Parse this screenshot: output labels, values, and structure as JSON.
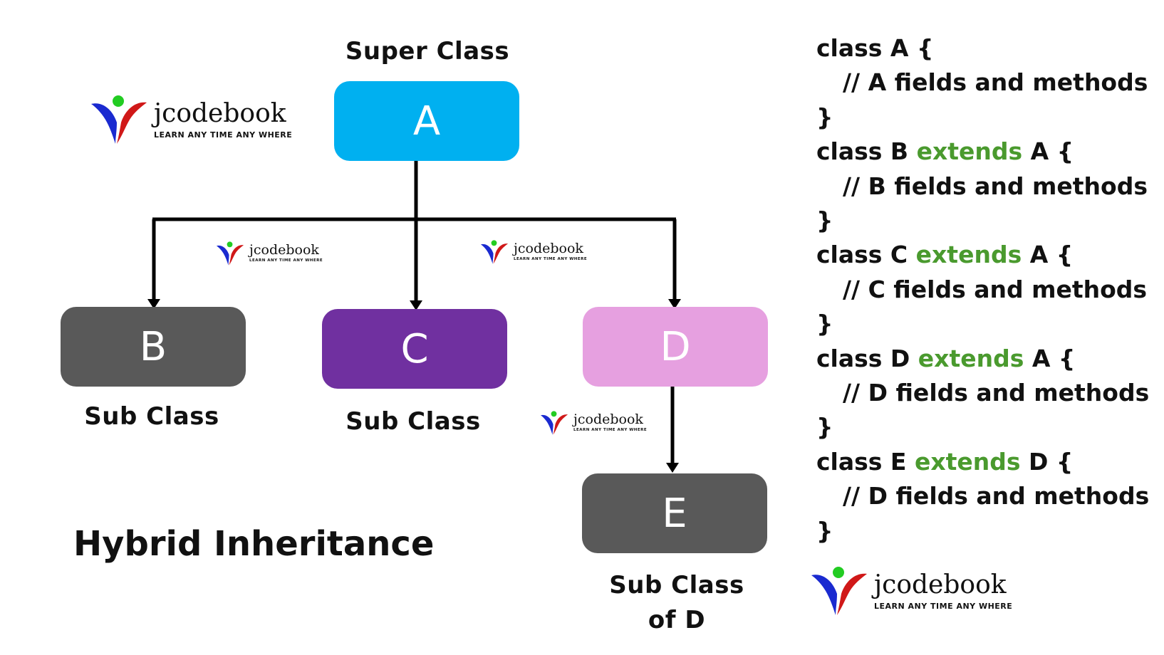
{
  "diagram": {
    "title": "Hybrid Inheritance",
    "nodes": {
      "a": {
        "letter": "A",
        "caption": "Super Class",
        "color": "#00b0f0"
      },
      "b": {
        "letter": "B",
        "caption": "Sub Class",
        "color": "#595959"
      },
      "c": {
        "letter": "C",
        "caption": "Sub Class",
        "color": "#7030a0"
      },
      "d": {
        "letter": "D",
        "caption": "",
        "color": "#e6a0e0"
      },
      "e": {
        "letter": "E",
        "caption_line1": "Sub Class",
        "caption_line2": "of D",
        "color": "#595959"
      }
    },
    "edges": [
      {
        "from": "A",
        "to": "B"
      },
      {
        "from": "A",
        "to": "C"
      },
      {
        "from": "A",
        "to": "D"
      },
      {
        "from": "D",
        "to": "E"
      }
    ]
  },
  "code": {
    "lines": [
      {
        "pre": "class A {",
        "kw": "",
        "post": ""
      },
      {
        "pre": "// A fields and methods",
        "kw": "",
        "post": "",
        "indent": true
      },
      {
        "pre": "}",
        "kw": "",
        "post": ""
      },
      {
        "pre": "class B ",
        "kw": "extends",
        "post": " A {"
      },
      {
        "pre": "// B fields and methods",
        "kw": "",
        "post": "",
        "indent": true
      },
      {
        "pre": "}",
        "kw": "",
        "post": ""
      },
      {
        "pre": "class C ",
        "kw": "extends",
        "post": " A {"
      },
      {
        "pre": "// C fields and methods",
        "kw": "",
        "post": "",
        "indent": true
      },
      {
        "pre": "}",
        "kw": "",
        "post": ""
      },
      {
        "pre": "class D ",
        "kw": "extends",
        "post": " A {"
      },
      {
        "pre": "// D fields and methods",
        "kw": "",
        "post": "",
        "indent": true
      },
      {
        "pre": "}",
        "kw": "",
        "post": ""
      },
      {
        "pre": "class E ",
        "kw": "extends",
        "post": " D {"
      },
      {
        "pre": "// D fields and methods",
        "kw": "",
        "post": "",
        "indent": true
      },
      {
        "pre": "}",
        "kw": "",
        "post": ""
      }
    ],
    "keyword_color": "#4a9a2e"
  },
  "logo": {
    "name": "jcodebook",
    "tagline": "LEARN ANY TIME ANY WHERE",
    "colors": {
      "head": "#22cc22",
      "left_arm": "#1a2ad0",
      "right_arm": "#d01818"
    }
  }
}
